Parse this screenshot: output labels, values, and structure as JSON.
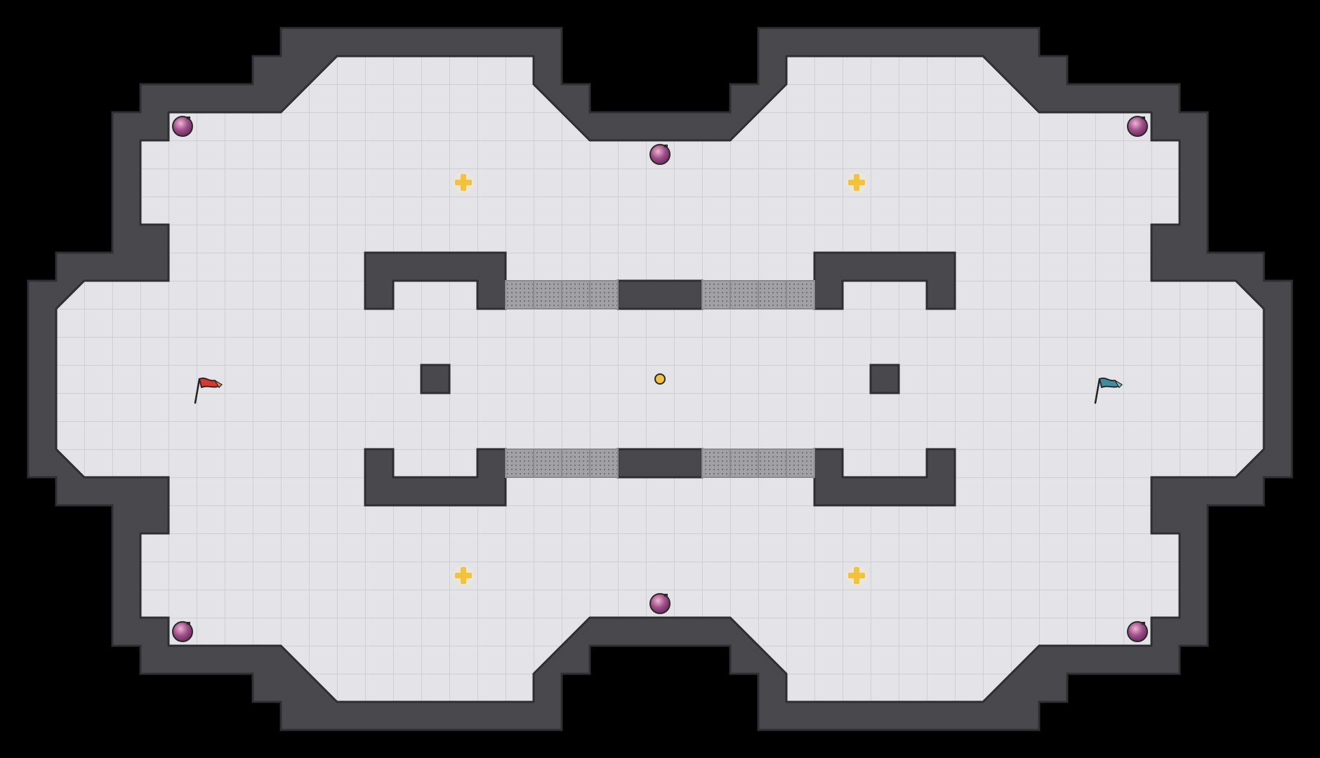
{
  "colors": {
    "background": "#000000",
    "wall": "#48484d",
    "wall_edge": "#2e2e33",
    "floor": "#e4e4e8",
    "grid_line": "#cfcfd4",
    "gate_tile": "#9a9a9e",
    "gate_dot": "#6f6f74",
    "red_team": "#d8382f",
    "blue_team": "#3f8da0",
    "powerup": "#f2c33a",
    "bomb_body": "#8a3f78",
    "bomb_highlight": "#e8a0c0",
    "ball": "#f2c33a"
  },
  "entities": {
    "flags": [
      {
        "team": "red",
        "icon": "red-flag-icon"
      },
      {
        "team": "blue",
        "icon": "blue-flag-icon"
      }
    ],
    "bomb_count": 6,
    "powerup_count": 4,
    "ball_count": 1
  }
}
